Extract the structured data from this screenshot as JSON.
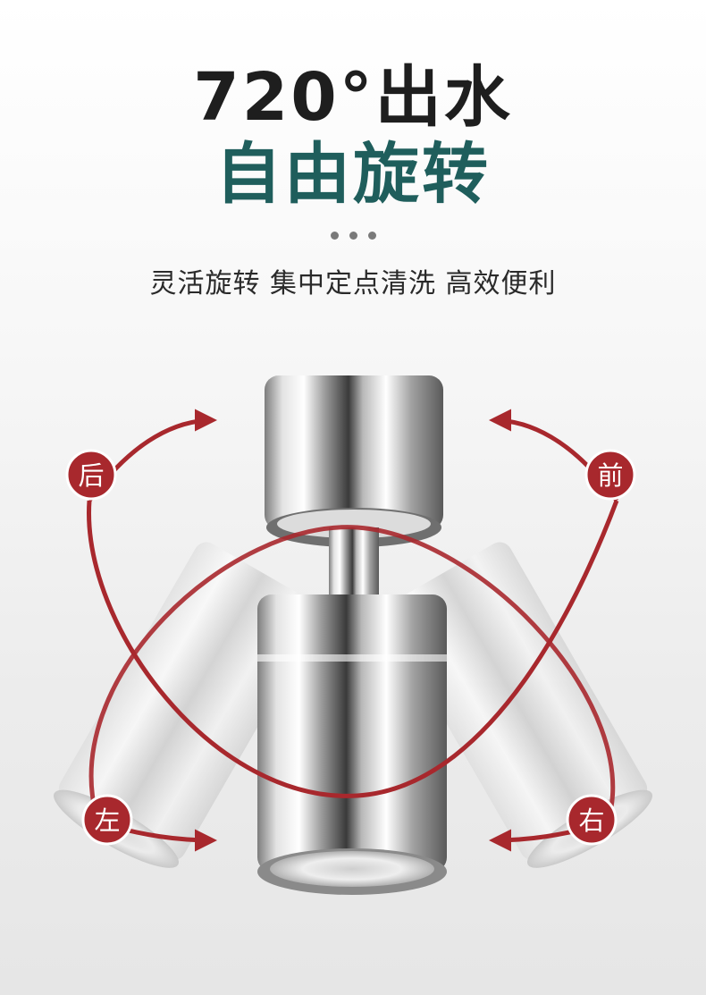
{
  "headline": {
    "line1": "720°出水",
    "line2": "自由旋转"
  },
  "subtitle": "灵活旋转 集中定点清洗 高效便利",
  "directions": {
    "back": "后",
    "front": "前",
    "left": "左",
    "right": "右"
  },
  "colors": {
    "title_dark": "#1e1e1e",
    "title_teal": "#1f5e5c",
    "accent_red": "#a8282d"
  },
  "product": "swivel faucet aerator (chrome)"
}
